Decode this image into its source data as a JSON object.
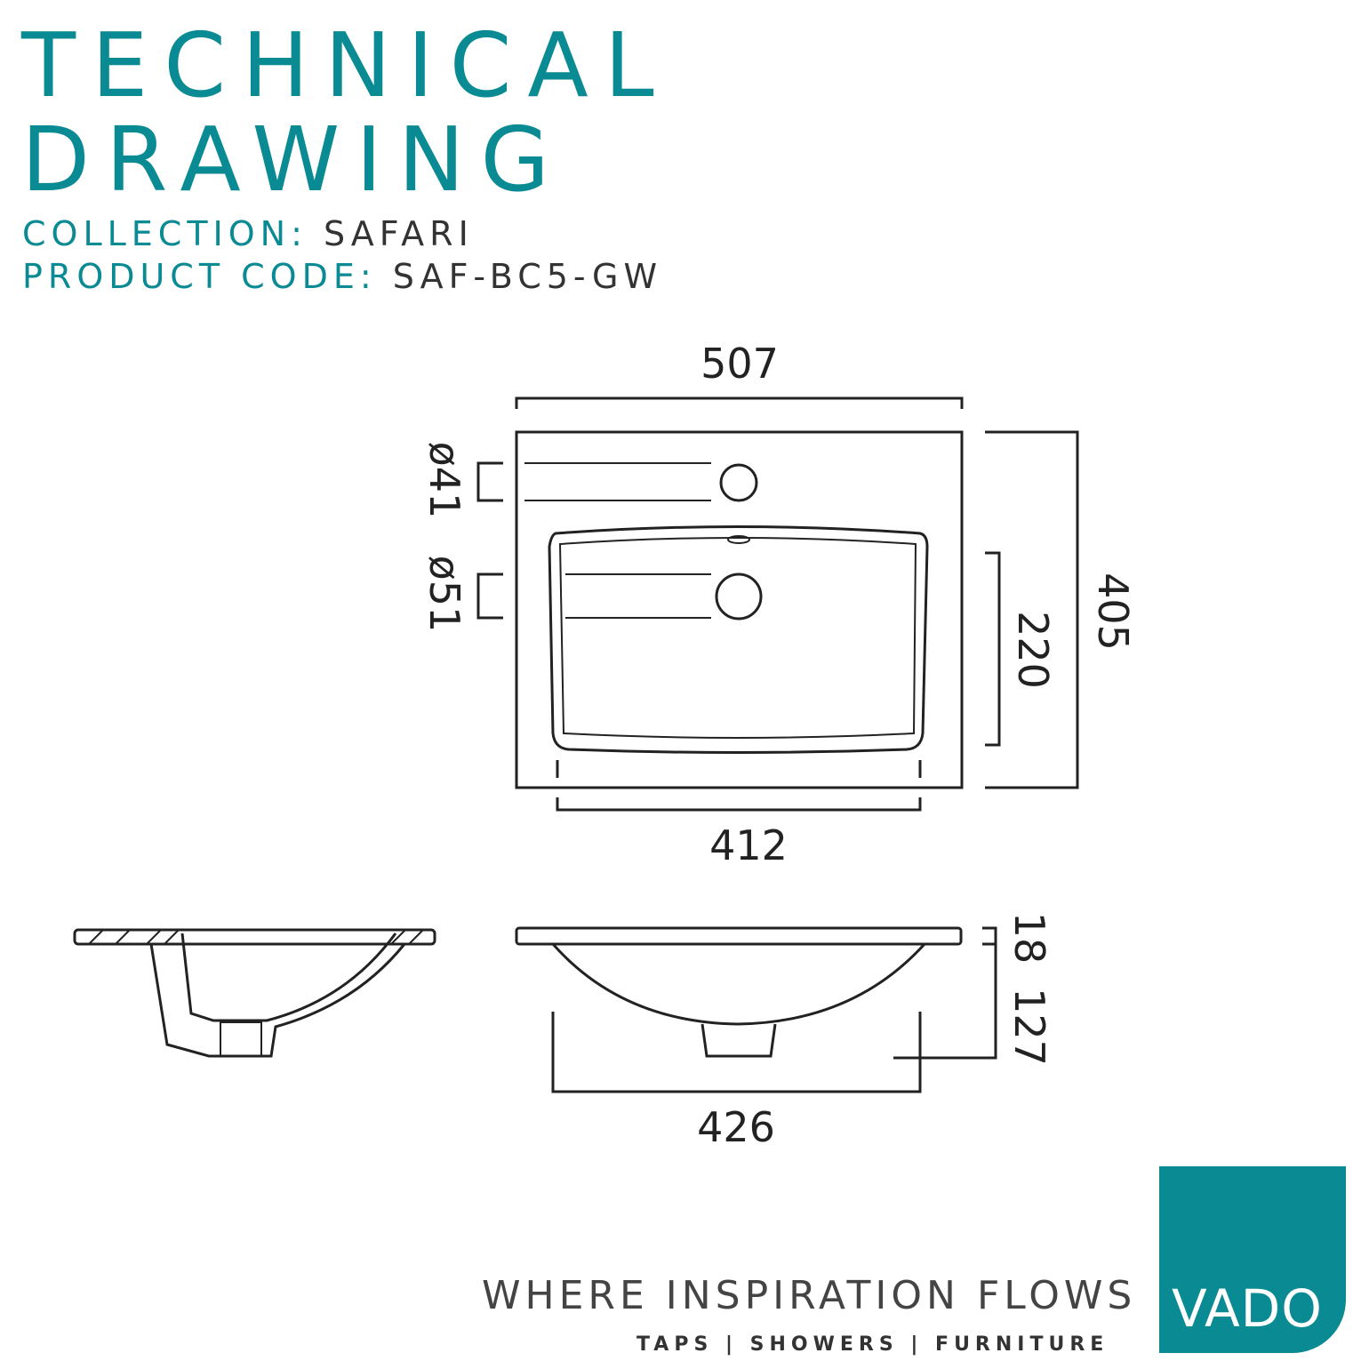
{
  "header": {
    "title_line1": "TECHNICAL",
    "title_line2": "DRAWING",
    "collection_label": "COLLECTION:",
    "collection_value": "SAFARI",
    "product_code_label": "PRODUCT CODE:",
    "product_code_value": "SAF-BC5-GW"
  },
  "dimensions": {
    "overall_width": "507",
    "overall_depth": "405",
    "bowl_depth": "220",
    "bowl_width": "412",
    "tap_hole": "ø41",
    "overflow_hole": "ø51",
    "rim_thickness": "18",
    "bowl_height": "127",
    "underside_width": "426"
  },
  "footer": {
    "tagline": "WHERE INSPIRATION FLOWS",
    "subline": "TAPS | SHOWERS | FURNITURE",
    "brand": "VADO"
  },
  "colors": {
    "accent": "#0a8a93",
    "ink": "#222222"
  }
}
